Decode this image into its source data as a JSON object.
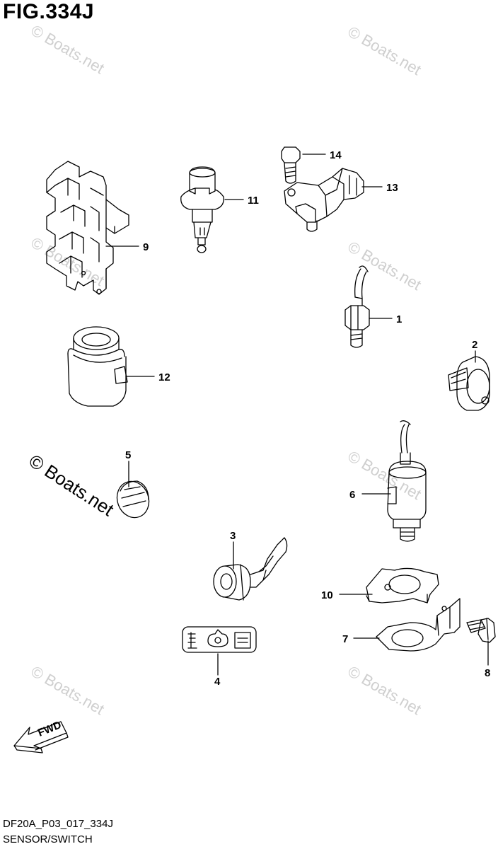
{
  "figure": {
    "title": "FIG.334J",
    "diagram_code": "DF20A_P03_017_334J",
    "section_name": "SENSOR/SWITCH"
  },
  "watermarks": {
    "small": "© Boats.net",
    "large": "© Boats.net"
  },
  "fwd_label": "FWD",
  "callouts": [
    {
      "id": "1",
      "label": "1"
    },
    {
      "id": "2",
      "label": "2"
    },
    {
      "id": "3",
      "label": "3"
    },
    {
      "id": "4",
      "label": "4"
    },
    {
      "id": "5",
      "label": "5"
    },
    {
      "id": "6",
      "label": "6"
    },
    {
      "id": "7",
      "label": "7"
    },
    {
      "id": "8",
      "label": "8"
    },
    {
      "id": "9",
      "label": "9"
    },
    {
      "id": "10",
      "label": "10"
    },
    {
      "id": "11",
      "label": "11"
    },
    {
      "id": "12",
      "label": "12"
    },
    {
      "id": "13",
      "label": "13"
    },
    {
      "id": "14",
      "label": "14"
    }
  ],
  "colors": {
    "line": "#000000",
    "watermark": "#cfcfcf",
    "background": "#ffffff"
  }
}
